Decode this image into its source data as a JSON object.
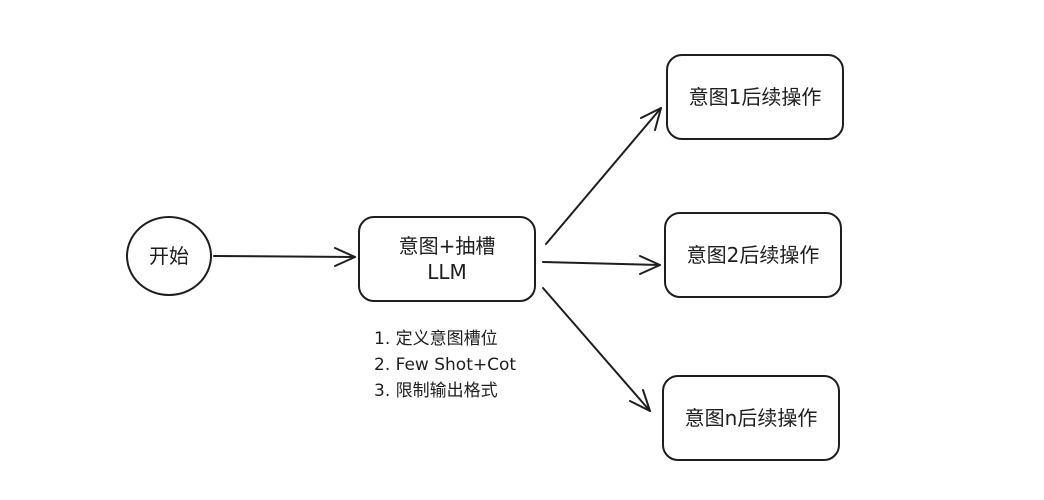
{
  "nodes": {
    "start": "开始",
    "intent_slot": {
      "line1": "意图+抽槽",
      "line2": "LLM"
    },
    "followups": [
      "意图1后续操作",
      "意图2后续操作",
      "意图n后续操作"
    ]
  },
  "notes": [
    "1. 定义意图槽位",
    "2. Few Shot+Cot",
    "3. 限制输出格式"
  ],
  "edges": [
    {
      "from": "开始",
      "to": "意图+抽槽 LLM"
    },
    {
      "from": "意图+抽槽 LLM",
      "to": "意图1后续操作"
    },
    {
      "from": "意图+抽槽 LLM",
      "to": "意图2后续操作"
    },
    {
      "from": "意图+抽槽 LLM",
      "to": "意图n后续操作"
    }
  ],
  "colors": {
    "stroke": "#1e1e1e",
    "background": "#ffffff",
    "text": "#1e1e1e"
  }
}
